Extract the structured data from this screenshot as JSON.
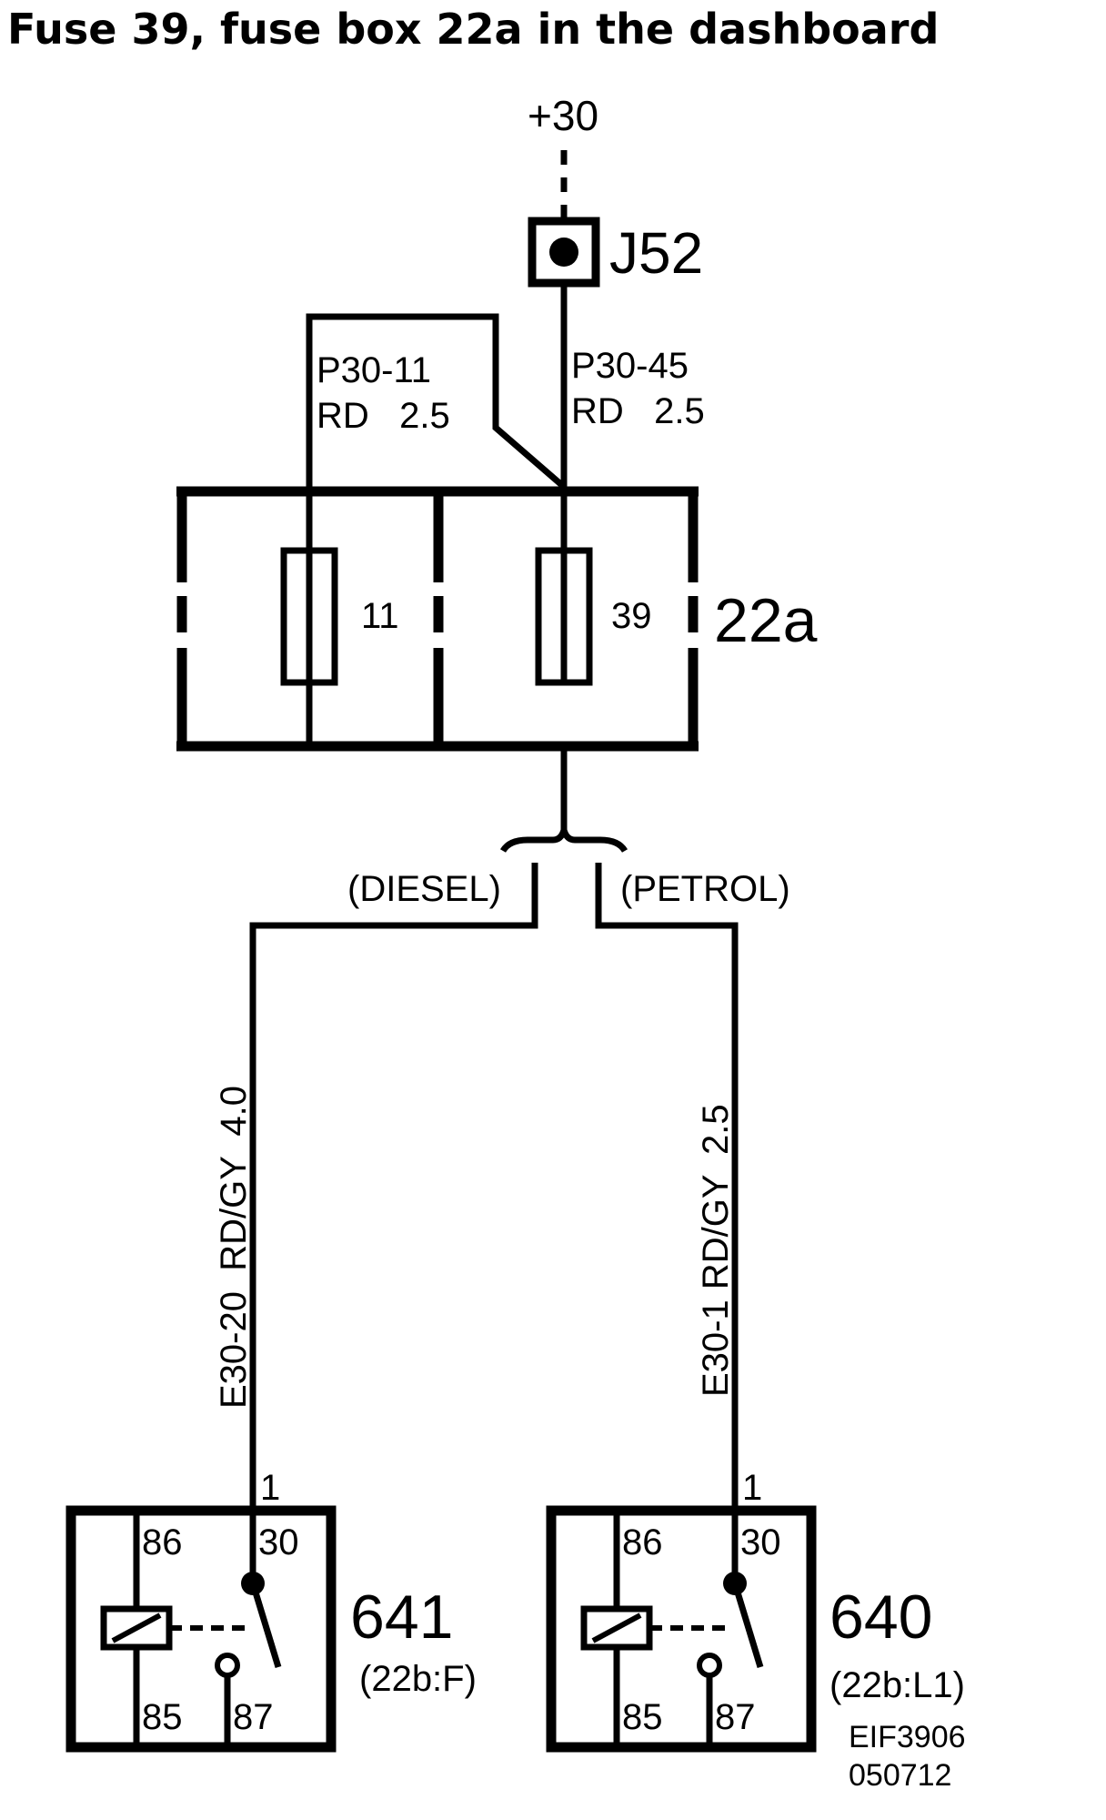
{
  "title": "Fuse 39, fuse box 22a in the dashboard",
  "supply": "+30",
  "junction": "J52",
  "fuse_box": {
    "name": "22a",
    "fuses": [
      "11",
      "39"
    ]
  },
  "wires": {
    "p30_11_code": "P30-11",
    "p30_11_spec": "RD   2.5",
    "p30_45_code": "P30-45",
    "p30_45_spec": "RD   2.5",
    "diesel_variant": "(DIESEL)",
    "petrol_variant": "(PETROL)",
    "diesel_wire": "E30-20  RD/GY  4.0",
    "petrol_wire": "E30-1 RD/GY  2.5"
  },
  "relays": [
    {
      "id": "641",
      "location": "(22b:F)",
      "pin_in": "1",
      "pins": {
        "p86": "86",
        "p30": "30",
        "p85": "85",
        "p87": "87"
      }
    },
    {
      "id": "640",
      "location": "(22b:L1)",
      "pin_in": "1",
      "pins": {
        "p86": "86",
        "p30": "30",
        "p85": "85",
        "p87": "87"
      }
    }
  ],
  "footer": {
    "code": "EIF3906",
    "date": "050712"
  }
}
